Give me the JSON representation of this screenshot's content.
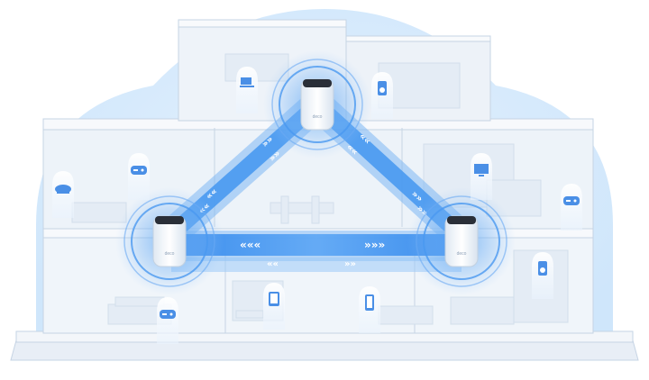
{
  "scene": {
    "type": "mesh-wifi-house-illustration",
    "nodes": [
      {
        "id": "top",
        "brand_text": "deco"
      },
      {
        "id": "left",
        "brand_text": "deco"
      },
      {
        "id": "right",
        "brand_text": "deco"
      }
    ],
    "device_icons": [
      "laptop-icon",
      "speaker-icon",
      "cloud-storage-icon",
      "gamepad-icon",
      "tv-icon",
      "gamepad-icon",
      "gamepad-icon",
      "tablet-icon",
      "phone-icon",
      "speaker-icon"
    ],
    "colors": {
      "coverage": "#cfe6fb",
      "beam": "#3d93f0",
      "beam_light": "#9cc8f7",
      "wall": "#e9f0f8",
      "wall_line": "#c6d4e4",
      "node_body": "#f4f8fc",
      "node_cap": "#2a2f38",
      "icon": "#4a8fe6"
    }
  }
}
